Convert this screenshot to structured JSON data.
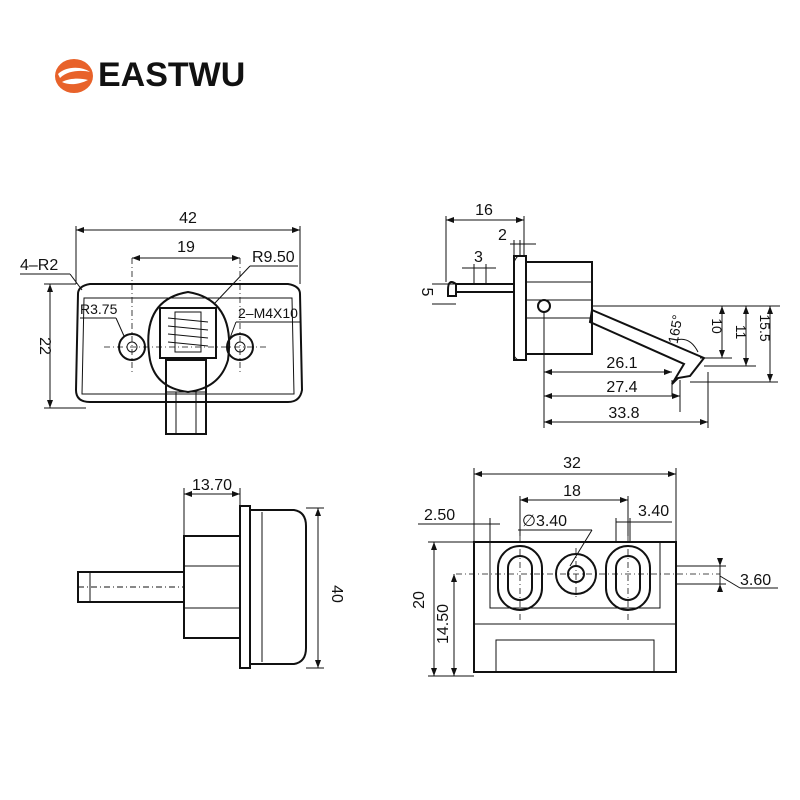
{
  "brand": {
    "name": "EASTWU",
    "logo_color": "#e8622a"
  },
  "views": {
    "front": {
      "labels": {
        "width_total": "42",
        "hole_spacing": "19",
        "corner_radius": "4–R2",
        "arc_radius": "R9.50",
        "hole_radius": "R3.75",
        "screws": "2–M4X10",
        "height": "22"
      }
    },
    "side": {
      "labels": {
        "length_16": "16",
        "length_2": "2",
        "length_3": "3",
        "height_5": "5",
        "angle": "165°",
        "drop_10": "10",
        "drop_11": "11",
        "drop_15_5": "15.5",
        "reach_26_1": "26.1",
        "reach_27_4": "27.4",
        "reach_33_8": "33.8"
      }
    },
    "bottom_left": {
      "labels": {
        "depth": "13.70",
        "height": "40"
      }
    },
    "bottom_right": {
      "labels": {
        "width_32": "32",
        "slot_spacing_18": "18",
        "offset_2_50": "2.50",
        "hole_dia": "∅3.40",
        "slot_3_40": "3.40",
        "slot_3_60": "3.60",
        "height_20": "20",
        "height_14_50": "14.50"
      }
    }
  }
}
